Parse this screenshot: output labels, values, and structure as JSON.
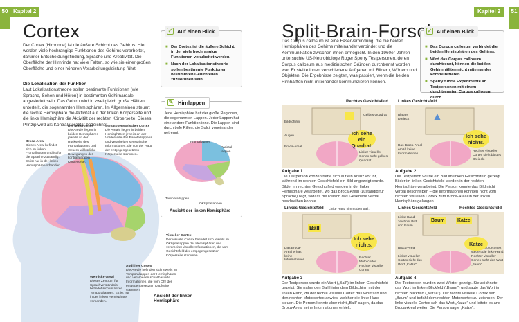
{
  "left": {
    "page_number": "50",
    "chapter": "Kapitel 2",
    "title": "Cortex",
    "intro": "Der Cortex (Hirnrinde) ist die äußere Schicht des Gehirns. Hier werden viele hochrangige Funktionen des Gehirns verarbeitet, darunter Entscheidungsfindung, Sprache und Kreativität. Die Oberfläche der Hirnrinde hat viele Falten, so wie sie einer großen Oberfläche und einer höheren Verarbeitungsleistung führt.",
    "section_heading": "Die Lokalisation der Funktion",
    "section_text": "Laut Lokalisationstheorie sollen bestimmte Funktionen (wie Sprache, Sehen und Hören) in bestimmten Gehirnareale angesiedelt sein. Das Gehirn wird in zwei gleich große Hälften unterteilt, die sogenannten Hemisphären. Im Allgemeinen steuert die rechte Hemisphäre die Aktivität auf der linken Körperseite und die linke Hemisphäre die Aktivität der rechten Körperseite. Dieses Prinzip wird als Kontralateralität bezeichnet.",
    "box_title": "Auf einen Blick",
    "box_items": [
      "Der Cortex ist die äußere Schicht, in der viele hochrangige Funktionen verarbeitet werden.",
      "Nach der Lokalisationstheorie sollen bestimmte Funktionen bestimmten Gehirnteilen zuzuordnen sein."
    ],
    "hirnlappen_title": "Hirnlappen",
    "hirnlappen_text": "Jede Hemisphäre hat vier große Regionen, die sogenannten Lappen. Jeder Lappen hat eine andere Funktion inne. Die Lappen sind durch tiefe Rillen, die Sulci, voneinander getrennt.",
    "hirnlappen_labels": {
      "frontal": "Frontallappen",
      "parietal": "Parietal-lappen",
      "temporal": "Temporallappen",
      "okzipital": "Okzipitallappen"
    },
    "hirnlappen_caption": "Ansicht der linken Hemisphäre",
    "labels": {
      "broca_title": "Broca-Areal",
      "broca_text": "Dieses Areal befindet sich im linken Frontallappen und ist für die Sprache zuständig. Es ist nur in der linken Hemisphäre vorhanden.",
      "motor_title": "Der Motorcortex",
      "motor_text": "Die Areale liegen in beiden Hemisphären jeweils an der Rückseite des Frontallappens und steuern willkürliche Bewegungen der kontralateralen Körperseite.",
      "somato_title": "Somatosensorischer Cortex",
      "somato_text": "Die Areale liegen in beiden Hemisphären jeweils an der Vorderseite des Parietallappens und verarbeiten sensorische Informationen, die von der Haut der entgegengesetzten Körperseite stammen.",
      "visual_title": "Visueller Cortex",
      "visual_text": "Der visuelle Cortex befindet sich jeweils im Okzipitallappen der Hemisphären und verarbeitet visuelle Informationen, die vom Gesichtsfeld der entgegengesetzten Körperseite stammen.",
      "audit_title": "Auditiver Cortex",
      "audit_text": "Die Areale befinden sich jeweils im Temporallappen der Hemisphären und verarbeiten schallbasierte Informationen, die vom Ohr der entgegengesetzten Kopfseite stammen.",
      "wernicke_title": "Wernicke-Areal",
      "wernicke_text": "Dieses Zentrum für Sprachverständnis befindet sich im linken Temporallappen. Es ist nur in der linken Hemisphäre vorhanden.",
      "view_caption": "Ansicht der linken Hemisphäre"
    }
  },
  "right": {
    "page_number": "51",
    "chapter": "Kapitel 2",
    "title": "Split-Brain-Forschung",
    "intro": "Das Corpus callosum ist eine Faserverbindung, die die beiden Hemisphären des Gehirns miteinander verbindet und die Kommunikation zwischen ihnen ermöglicht. In den 1960er-Jahren untersuchte US-Neurobiologe Roger Sperry Testpersonen, deren Corpus callosum aus medizinischen Gründen durchtrennt worden war. Er stellte ihnen verschiedene Aufgaben mit Bildern, Wörtern und Objekten. Die Ergebnisse zeigten, was passiert, wenn die beiden Hirnhälften nicht miteinander kommunizieren können.",
    "box_title": "Auf einen Blick",
    "box_items": [
      "Das Corpus callosum verbindet die beiden Hemisphären des Gehirns.",
      "Wird das Corpus callosum durchtrennt, können die beiden Gehirnhälften nicht miteinander kommunizieren.",
      "Sperry führte Experimente an Testpersonen mit einem durchtrennten Corpus callosum durch."
    ],
    "panel1": {
      "header": "Rechtes Gesichtsfeld",
      "labels": [
        "Bildschirm",
        "Gelbes Quadrat",
        "Augen",
        "Broca-Areal",
        "Linker visueller Cortex sieht gelbes Quadrat."
      ],
      "bubble": "Ich sehe ein Quadrat.",
      "task": "Aufgabe 1",
      "text": "Die Testperson konzentrierte sich auf ein Kreuz vor ihr, während im rechten Gesichtsfeld ein Bild angezeigt wurde. Bilder im rechten Gesichtsfeld werden in der linken Hemisphäre verarbeitet, wo das Broca-Areal (zuständig für Sprache) liegt, sodass die Person das Gesehene verbal beschreiben konnte."
    },
    "panel2": {
      "header": "Linkes Gesichtsfeld",
      "labels": [
        "Blaues Dreieck",
        "Das Broca-Areal erhält keine Informationen.",
        "Rechter visueller Cortex sieht blaues Dreieck."
      ],
      "bubble": "Ich sehe nichts.",
      "task": "Aufgabe 2",
      "text": "Die Testperson wurde ein Bild im linken Gesichtsfeld gezeigt. Bilder im linken Gesichtsfeld werden in der rechten Hemisphäre verarbeitet. Die Person konnte das Bild nicht verbal beschreiben – die Informationen konnten nicht vom rechten visuellen Cortex zum Broca-Areal in der linken Hemisphäre gelangen."
    },
    "panel3": {
      "header": "Linkes Gesichtsfeld",
      "labels": [
        "Linke Hand nimmt den Ball.",
        "Ball",
        "Das Broca-Areal erhält keine Informationen.",
        "Rechter Motorcortex",
        "Rechter visueller Cortex"
      ],
      "bubble": "Ich sehe nichts.",
      "task": "Aufgabe 3",
      "text": "Der Testperson wurde ein Wort („Ball\") im linken Gesichtsfeld gezeigt. Sie nahm den Ball hinter dem Bildschirm mit der linken Hand, da der rechte visuelle Cortex das Wort sah und den rechten Motorcortex anwies, welcher die linke Hand steuert. Die Person konnte aber nicht „Ball\" sagen, da das Broca-Areal keine Informationen erhielt."
    },
    "panel4": {
      "header_left": "Linkes Gesichtsfeld",
      "header_right": "Rechtes Gesichtsfeld",
      "labels": [
        "Linke Hand zeichnet Bild von Baum",
        "Baum",
        "Katze",
        "Broca-Areal",
        "Linker visueller Cortex sieht das Wort „Katze\".",
        "Rechter visueller Cortex sieht das Wort „Baum\".",
        "Rechter Motorcortex steuert die linke Hand."
      ],
      "bubble": "Katze",
      "task": "Aufgabe 4",
      "text": "Der Testperson wurden zwei Wörter gezeigt. Sie zeichnete das Wort im linken Blickfeld („Baum\") und sagte das Wort im rechten Blickfeld („Katze\"). Der rechte visuelle Cortex sah „Baum\" und befahl dem rechten Motorcortex zu zeichnen. Der linke visuelle Cortex sah das Wort „Katze\" und leitete es ans Broca-Areal weiter. Die Person sagte „Katze\"."
    }
  },
  "colors": {
    "accent": "#8ab43c",
    "bubble": "#f8e64a",
    "panel_bg": "#efe6d2"
  }
}
